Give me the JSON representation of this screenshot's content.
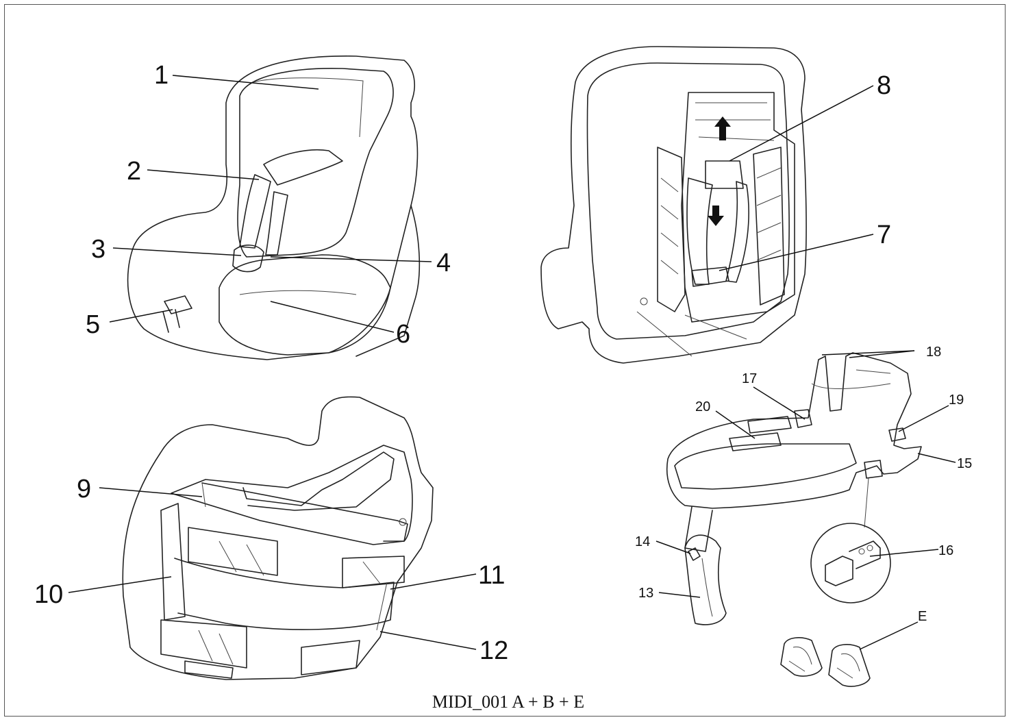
{
  "caption": "MIDI_001 A + B + E",
  "callouts": {
    "c1": "1",
    "c2": "2",
    "c3": "3",
    "c4": "4",
    "c5": "5",
    "c6": "6",
    "c7": "7",
    "c8": "8",
    "c9": "9",
    "c10": "10",
    "c11": "11",
    "c12": "12",
    "c13": "13",
    "c14": "14",
    "c15": "15",
    "c16": "16",
    "c17": "17",
    "c18": "18",
    "c19": "19",
    "c20": "20",
    "cE": "E"
  }
}
